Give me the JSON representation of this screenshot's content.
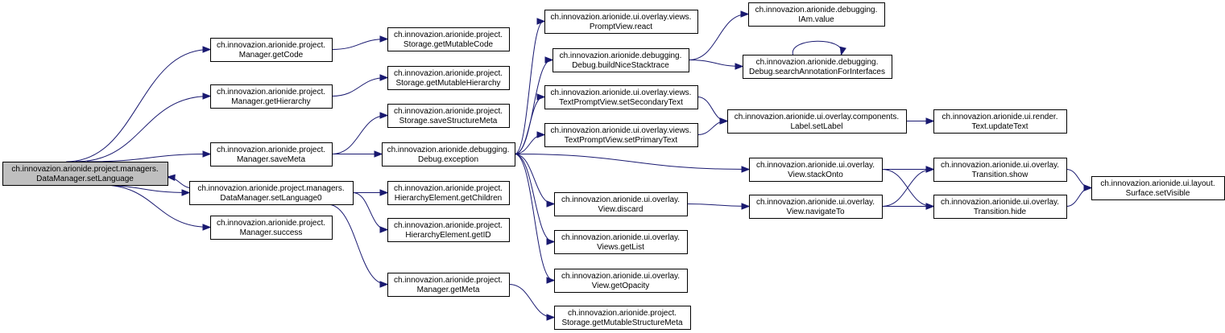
{
  "graph": {
    "nodes": [
      {
        "id": "dm_setLanguage",
        "line1": "ch.innovazion.arionide.project.managers.",
        "line2": "DataManager.setLanguage",
        "root": true
      },
      {
        "id": "pm_getCode",
        "line1": "ch.innovazion.arionide.project.",
        "line2": "Manager.getCode"
      },
      {
        "id": "pm_getHierarchy",
        "line1": "ch.innovazion.arionide.project.",
        "line2": "Manager.getHierarchy"
      },
      {
        "id": "pm_saveMeta",
        "line1": "ch.innovazion.arionide.project.",
        "line2": "Manager.saveMeta"
      },
      {
        "id": "dm_setLanguage0",
        "line1": "ch.innovazion.arionide.project.managers.",
        "line2": "DataManager.setLanguage0"
      },
      {
        "id": "pm_success",
        "line1": "ch.innovazion.arionide.project.",
        "line2": "Manager.success"
      },
      {
        "id": "st_getMutableCode",
        "line1": "ch.innovazion.arionide.project.",
        "line2": "Storage.getMutableCode"
      },
      {
        "id": "st_getMutableHierarchy",
        "line1": "ch.innovazion.arionide.project.",
        "line2": "Storage.getMutableHierarchy"
      },
      {
        "id": "st_saveStructureMeta",
        "line1": "ch.innovazion.arionide.project.",
        "line2": "Storage.saveStructureMeta"
      },
      {
        "id": "dbg_exception",
        "line1": "ch.innovazion.arionide.debugging.",
        "line2": "Debug.exception"
      },
      {
        "id": "he_getChildren",
        "line1": "ch.innovazion.arionide.project.",
        "line2": "HierarchyElement.getChildren"
      },
      {
        "id": "he_getID",
        "line1": "ch.innovazion.arionide.project.",
        "line2": "HierarchyElement.getID"
      },
      {
        "id": "pm_getMeta",
        "line1": "ch.innovazion.arionide.project.",
        "line2": "Manager.getMeta"
      },
      {
        "id": "pv_react",
        "line1": "ch.innovazion.arionide.ui.overlay.views.",
        "line2": "PromptView.react"
      },
      {
        "id": "dbg_buildNice",
        "line1": "ch.innovazion.arionide.debugging.",
        "line2": "Debug.buildNiceStacktrace"
      },
      {
        "id": "tpv_setSecondary",
        "line1": "ch.innovazion.arionide.ui.overlay.views.",
        "line2": "TextPromptView.setSecondaryText"
      },
      {
        "id": "tpv_setPrimary",
        "line1": "ch.innovazion.arionide.ui.overlay.views.",
        "line2": "TextPromptView.setPrimaryText"
      },
      {
        "id": "v_discard",
        "line1": "ch.innovazion.arionide.ui.overlay.",
        "line2": "View.discard"
      },
      {
        "id": "vs_getList",
        "line1": "ch.innovazion.arionide.ui.overlay.",
        "line2": "Views.getList"
      },
      {
        "id": "v_getOpacity",
        "line1": "ch.innovazion.arionide.ui.overlay.",
        "line2": "View.getOpacity"
      },
      {
        "id": "st_getMutableStructureMeta",
        "line1": "ch.innovazion.arionide.project.",
        "line2": "Storage.getMutableStructureMeta"
      },
      {
        "id": "iam_value",
        "line1": "ch.innovazion.arionide.debugging.",
        "line2": "IAm.value"
      },
      {
        "id": "dbg_searchAnnotation",
        "line1": "ch.innovazion.arionide.debugging.",
        "line2": "Debug.searchAnnotationForInterfaces"
      },
      {
        "id": "lbl_setLabel",
        "line1": "ch.innovazion.arionide.ui.overlay.components.",
        "line2": "Label.setLabel"
      },
      {
        "id": "v_stackOnto",
        "line1": "ch.innovazion.arionide.ui.overlay.",
        "line2": "View.stackOnto"
      },
      {
        "id": "v_navigateTo",
        "line1": "ch.innovazion.arionide.ui.overlay.",
        "line2": "View.navigateTo"
      },
      {
        "id": "txt_updateText",
        "line1": "ch.innovazion.arionide.ui.render.",
        "line2": "Text.updateText"
      },
      {
        "id": "tr_show",
        "line1": "ch.innovazion.arionide.ui.overlay.",
        "line2": "Transition.show"
      },
      {
        "id": "tr_hide",
        "line1": "ch.innovazion.arionide.ui.overlay.",
        "line2": "Transition.hide"
      },
      {
        "id": "surf_setVisible",
        "line1": "ch.innovazion.arionide.ui.layout.",
        "line2": "Surface.setVisible"
      }
    ],
    "edges": [
      [
        "dm_setLanguage",
        "pm_getCode"
      ],
      [
        "dm_setLanguage",
        "pm_getHierarchy"
      ],
      [
        "dm_setLanguage",
        "pm_saveMeta"
      ],
      [
        "dm_setLanguage",
        "dm_setLanguage0"
      ],
      [
        "dm_setLanguage",
        "pm_success"
      ],
      [
        "pm_getCode",
        "st_getMutableCode"
      ],
      [
        "pm_getHierarchy",
        "st_getMutableHierarchy"
      ],
      [
        "pm_saveMeta",
        "st_saveStructureMeta"
      ],
      [
        "pm_saveMeta",
        "dbg_exception"
      ],
      [
        "dm_setLanguage0",
        "dm_setLanguage"
      ],
      [
        "dm_setLanguage0",
        "he_getChildren"
      ],
      [
        "dm_setLanguage0",
        "he_getID"
      ],
      [
        "dm_setLanguage0",
        "pm_getMeta"
      ],
      [
        "dbg_exception",
        "pv_react"
      ],
      [
        "dbg_exception",
        "dbg_buildNice"
      ],
      [
        "dbg_exception",
        "tpv_setSecondary"
      ],
      [
        "dbg_exception",
        "tpv_setPrimary"
      ],
      [
        "dbg_exception",
        "v_stackOnto"
      ],
      [
        "dbg_exception",
        "v_discard"
      ],
      [
        "dbg_exception",
        "vs_getList"
      ],
      [
        "dbg_exception",
        "v_getOpacity"
      ],
      [
        "pm_getMeta",
        "st_getMutableStructureMeta"
      ],
      [
        "dbg_buildNice",
        "iam_value"
      ],
      [
        "dbg_buildNice",
        "dbg_searchAnnotation"
      ],
      [
        "dbg_searchAnnotation",
        "dbg_searchAnnotation"
      ],
      [
        "tpv_setSecondary",
        "lbl_setLabel"
      ],
      [
        "tpv_setPrimary",
        "lbl_setLabel"
      ],
      [
        "lbl_setLabel",
        "txt_updateText"
      ],
      [
        "v_stackOnto",
        "tr_show"
      ],
      [
        "v_stackOnto",
        "tr_hide"
      ],
      [
        "v_discard",
        "v_navigateTo"
      ],
      [
        "v_navigateTo",
        "tr_show"
      ],
      [
        "v_navigateTo",
        "tr_hide"
      ],
      [
        "tr_show",
        "surf_setVisible"
      ],
      [
        "tr_hide",
        "surf_setVisible"
      ]
    ]
  }
}
